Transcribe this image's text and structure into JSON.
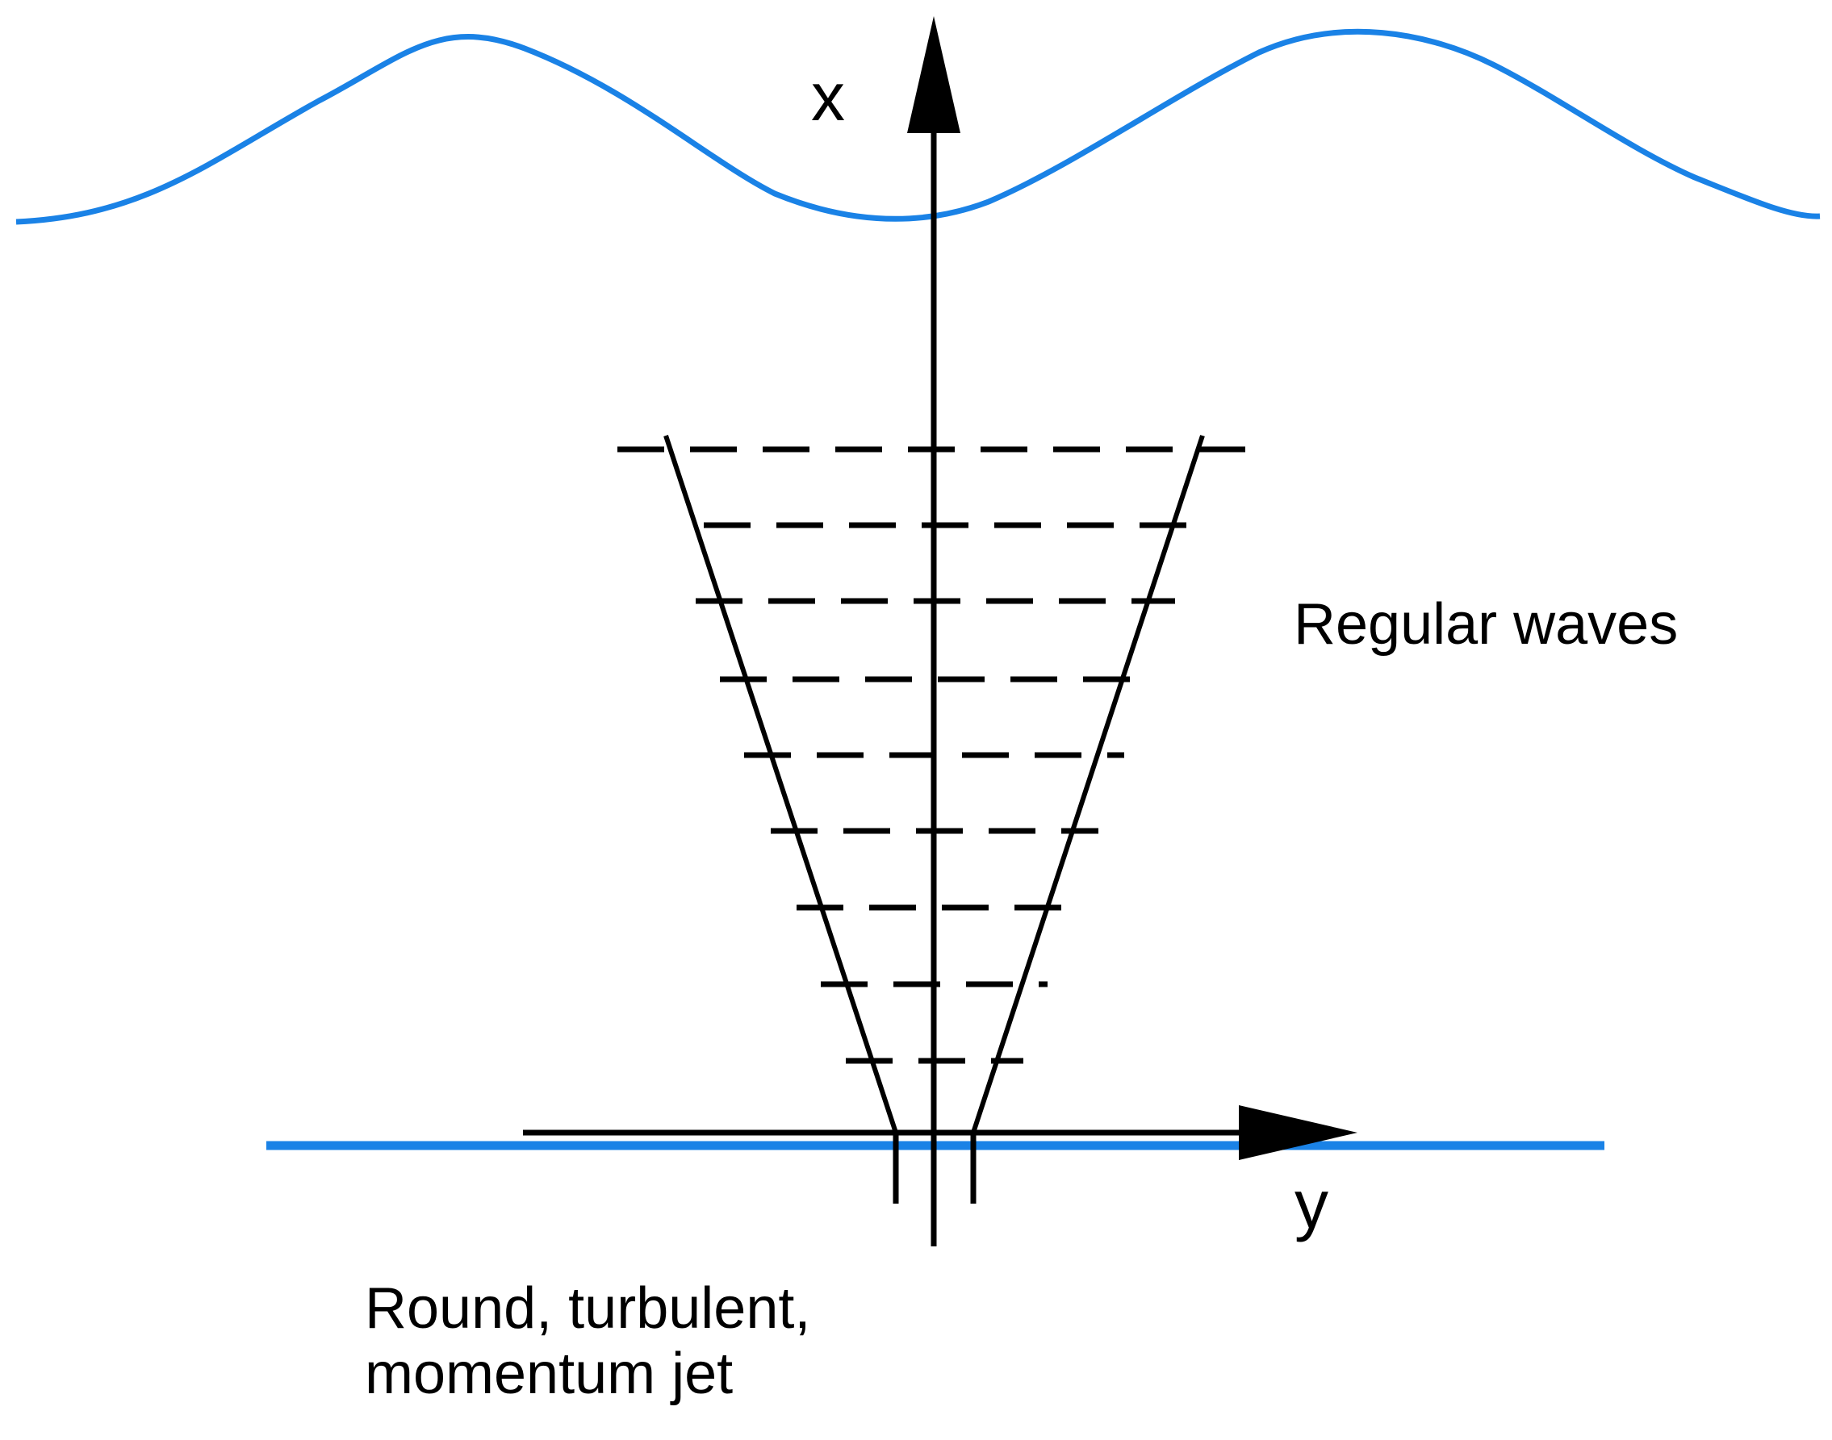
{
  "diagram": {
    "axis_x_label": "x",
    "axis_y_label": "y",
    "annotation_waves": "Regular waves",
    "annotation_jet_line1": "Round, turbulent,",
    "annotation_jet_line2": "momentum jet",
    "colors": {
      "water_line": "#1a82e6",
      "ink": "#000000",
      "background": "#ffffff"
    },
    "profile_count": 9
  }
}
